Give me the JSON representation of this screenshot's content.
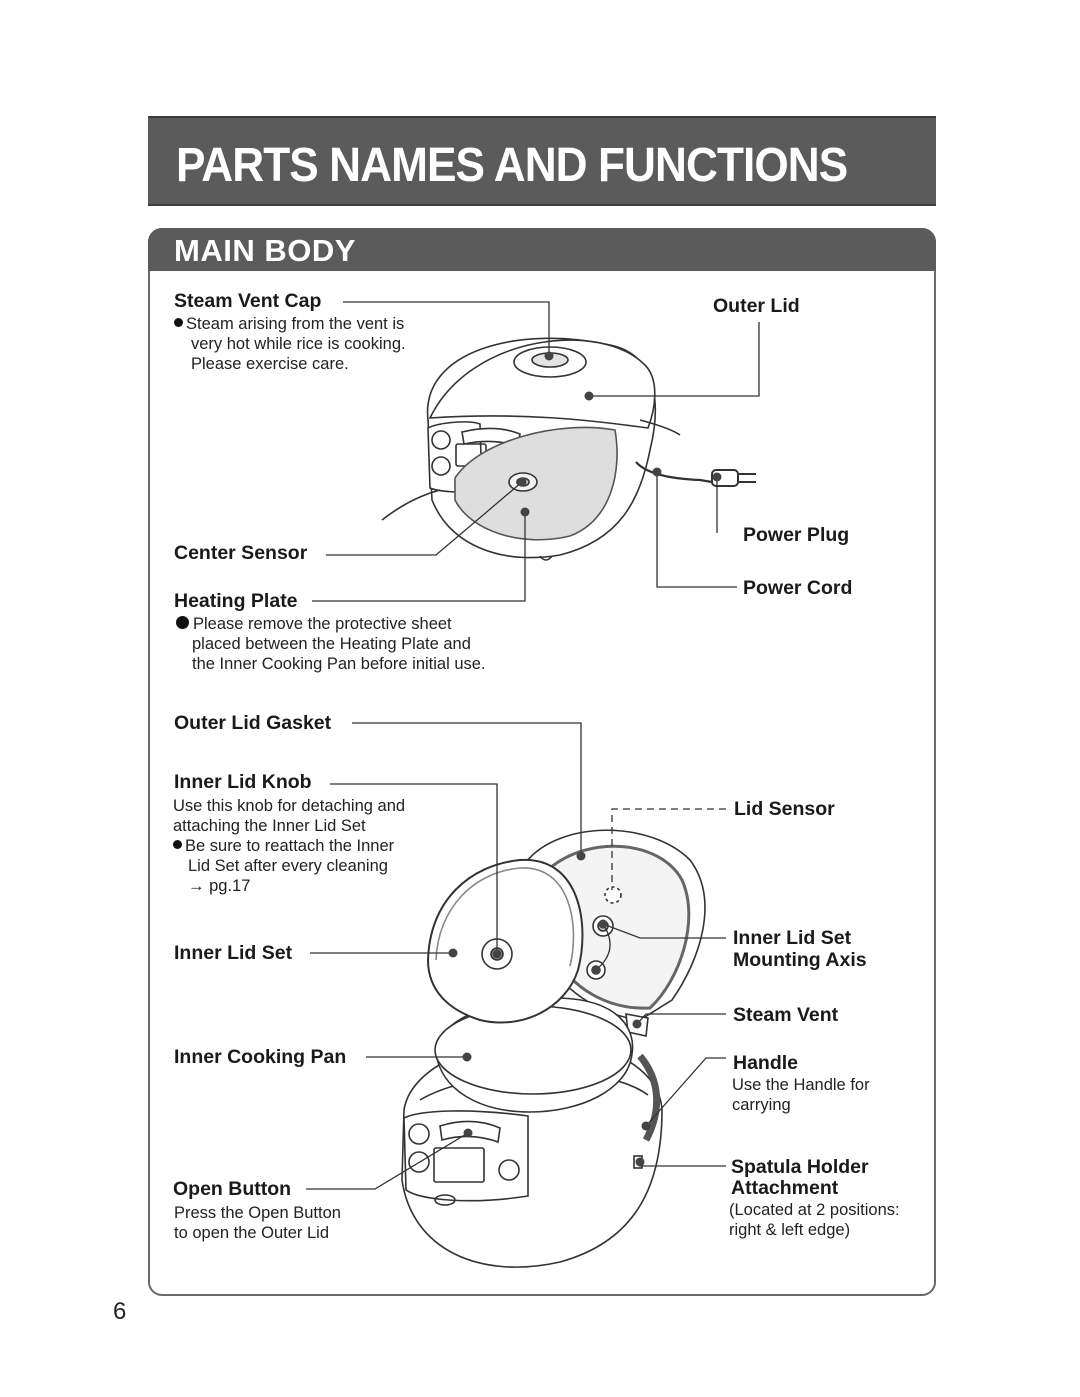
{
  "page": {
    "title": "PARTS NAMES AND FUNCTIONS",
    "section": "MAIN BODY",
    "page_number": "6"
  },
  "labels": {
    "steam_vent_cap": "Steam Vent Cap",
    "steam_vent_cap_note": [
      "Steam arising from the vent is",
      "very hot while rice is cooking.",
      "Please exercise care."
    ],
    "outer_lid": "Outer Lid",
    "center_sensor": "Center Sensor",
    "power_plug": "Power Plug",
    "heating_plate": "Heating Plate",
    "power_cord": "Power Cord",
    "heating_plate_note": [
      "Please  remove  the  protective  sheet",
      "placed  between  the  Heating  Plate  and",
      "the Inner Cooking Pan before initial use."
    ],
    "outer_lid_gasket": "Outer Lid Gasket",
    "inner_lid_knob": "Inner Lid Knob",
    "inner_lid_knob_note": [
      "Use this knob for detaching and",
      "attaching the Inner Lid Set"
    ],
    "inner_lid_knob_bullet": [
      "Be  sure  to  reattach  the  Inner",
      "Lid Set after every cleaning"
    ],
    "inner_lid_knob_ref": "pg.17",
    "lid_sensor": "Lid Sensor",
    "inner_lid_set": "Inner Lid Set",
    "inner_lid_set_axis_1": "Inner Lid Set",
    "inner_lid_set_axis_2": "Mounting Axis",
    "steam_vent": "Steam Vent",
    "inner_cooking_pan": "Inner Cooking Pan",
    "handle": "Handle",
    "handle_note": [
      "Use  the  Handle  for",
      "carrying"
    ],
    "open_button": "Open Button",
    "open_button_note": [
      "Press the Open Button",
      "to open the Outer Lid"
    ],
    "spatula_1": "Spatula Holder",
    "spatula_2": "Attachment",
    "spatula_note": [
      "(Located at 2 positions:",
      "right & left edge)"
    ]
  },
  "colors": {
    "header_bg": "#5b5b5b",
    "heating_plate_fill": "#d9d9d9",
    "outline": "#333333"
  }
}
